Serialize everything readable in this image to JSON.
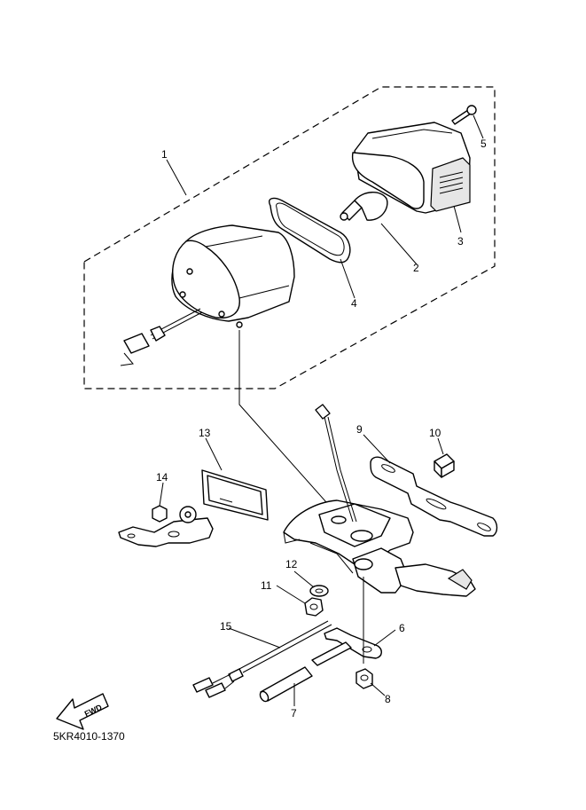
{
  "diagram": {
    "code": "5KR4010-1370",
    "fwd_label": "FWD",
    "callouts": [
      {
        "num": "1",
        "part": "tail-light-assembly"
      },
      {
        "num": "2",
        "part": "bulb"
      },
      {
        "num": "3",
        "part": "lens"
      },
      {
        "num": "4",
        "part": "gasket"
      },
      {
        "num": "5",
        "part": "screw"
      },
      {
        "num": "6",
        "part": "stay"
      },
      {
        "num": "7",
        "part": "tube"
      },
      {
        "num": "8",
        "part": "nut"
      },
      {
        "num": "9",
        "part": "bracket"
      },
      {
        "num": "10",
        "part": "bolt"
      },
      {
        "num": "11",
        "part": "nut"
      },
      {
        "num": "12",
        "part": "washer"
      },
      {
        "num": "13",
        "part": "reflector"
      },
      {
        "num": "14",
        "part": "nut"
      },
      {
        "num": "15",
        "part": "lead-wire"
      }
    ]
  }
}
